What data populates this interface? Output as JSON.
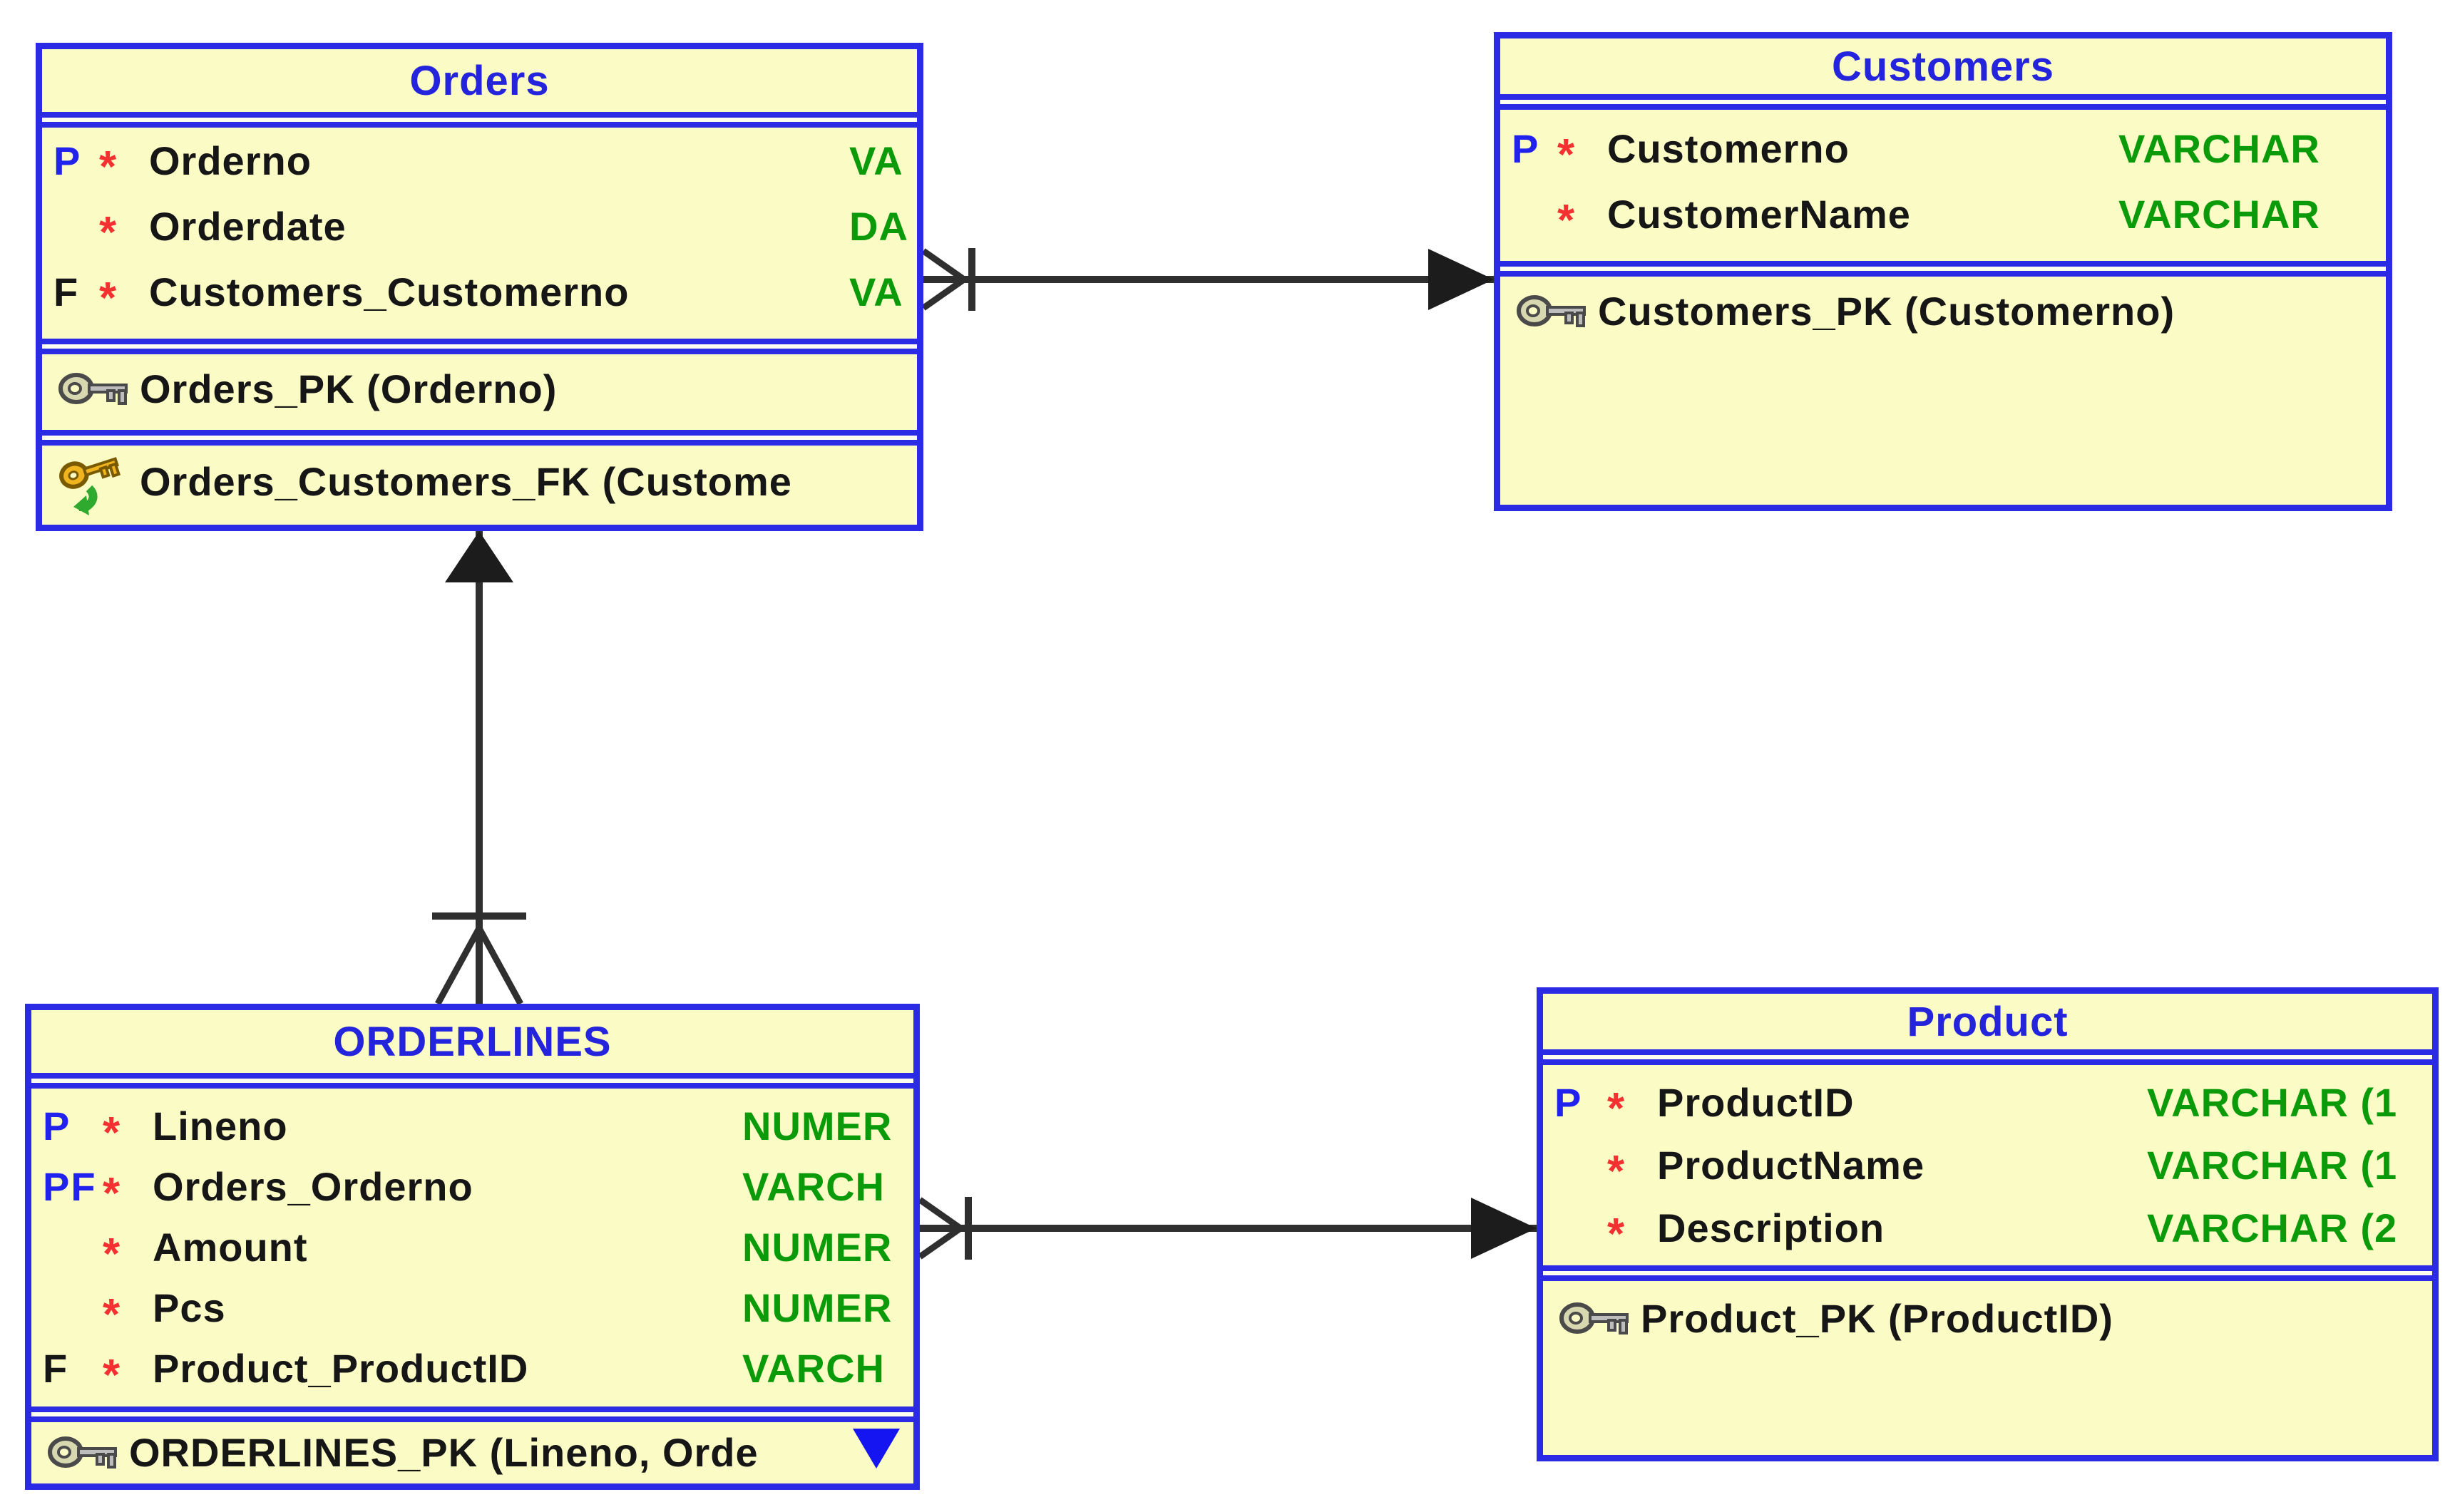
{
  "diagram": {
    "type": "entity-relationship-diagram",
    "colors": {
      "canvas_background": "#FFFFFF",
      "table_fill": "#FBFBC5",
      "table_border": "#2B2BE6",
      "title_text": "#2424DC",
      "column_text": "#161616",
      "type_text": "#0A9A0A",
      "pk_marker_text": "#2222EE",
      "required_asterisk": "#F53030",
      "relationship_line": "#2F2F2F",
      "more_indicator": "#1515F2"
    },
    "tables": {
      "orders": {
        "title": "Orders",
        "columns": [
          {
            "marker": "P",
            "marker_color": "pk",
            "required": "*",
            "name": "Orderno",
            "type": "VA"
          },
          {
            "marker": "",
            "marker_color": "",
            "required": "*",
            "name": "Orderdate",
            "type": "DA"
          },
          {
            "marker": "F",
            "marker_color": "fk",
            "required": "*",
            "name": "Customers_Customerno",
            "type": "VA"
          }
        ],
        "pk": [
          {
            "icon": "pk-key-icon",
            "label": "Orders_PK (Orderno)"
          }
        ],
        "fk": [
          {
            "icon": "fk-key-icon",
            "label": "Orders_Customers_FK (Custome"
          }
        ]
      },
      "customers": {
        "title": "Customers",
        "columns": [
          {
            "marker": "P",
            "marker_color": "pk",
            "required": "*",
            "name": "Customerno",
            "type": "VARCHAR"
          },
          {
            "marker": "",
            "marker_color": "",
            "required": "*",
            "name": "CustomerName",
            "type": "VARCHAR"
          }
        ],
        "pk": [
          {
            "icon": "pk-key-icon",
            "label": "Customers_PK (Customerno)"
          }
        ]
      },
      "orderlines": {
        "title": "ORDERLINES",
        "columns": [
          {
            "marker": "P",
            "marker_color": "pk",
            "required": "*",
            "name": "Lineno",
            "type": "NUMER"
          },
          {
            "marker": "PF",
            "marker_color": "pk",
            "required": "*",
            "name": "Orders_Orderno",
            "type": "VARCH"
          },
          {
            "marker": "",
            "marker_color": "",
            "required": "*",
            "name": "Amount",
            "type": "NUMER"
          },
          {
            "marker": "",
            "marker_color": "",
            "required": "*",
            "name": "Pcs",
            "type": "NUMER"
          },
          {
            "marker": "F",
            "marker_color": "fk",
            "required": "*",
            "name": "Product_ProductID",
            "type": "VARCH"
          }
        ],
        "pk": [
          {
            "icon": "pk-key-icon",
            "label": "ORDERLINES_PK (Lineno, Orde"
          }
        ],
        "more_indicator": "▼"
      },
      "product": {
        "title": "Product",
        "columns": [
          {
            "marker": "P",
            "marker_color": "pk",
            "required": "*",
            "name": "ProductID",
            "type": "VARCHAR (1"
          },
          {
            "marker": "",
            "marker_color": "",
            "required": "*",
            "name": "ProductName",
            "type": "VARCHAR (1"
          },
          {
            "marker": "",
            "marker_color": "",
            "required": "*",
            "name": "Description",
            "type": "VARCHAR (2"
          }
        ],
        "pk": [
          {
            "icon": "pk-key-icon",
            "label": "Product_PK (ProductID)"
          }
        ]
      }
    },
    "relationships": [
      {
        "from": "Orders",
        "to": "Customers",
        "from_end": "crow-foot-many with one-bar",
        "to_end": "solid-arrowhead"
      },
      {
        "from": "ORDERLINES",
        "to": "Orders",
        "from_end": "crow-foot-many with one-bar",
        "to_end": "solid-arrowhead"
      },
      {
        "from": "ORDERLINES",
        "to": "Product",
        "from_end": "crow-foot-many with one-bar",
        "to_end": "solid-arrowhead"
      }
    ]
  }
}
